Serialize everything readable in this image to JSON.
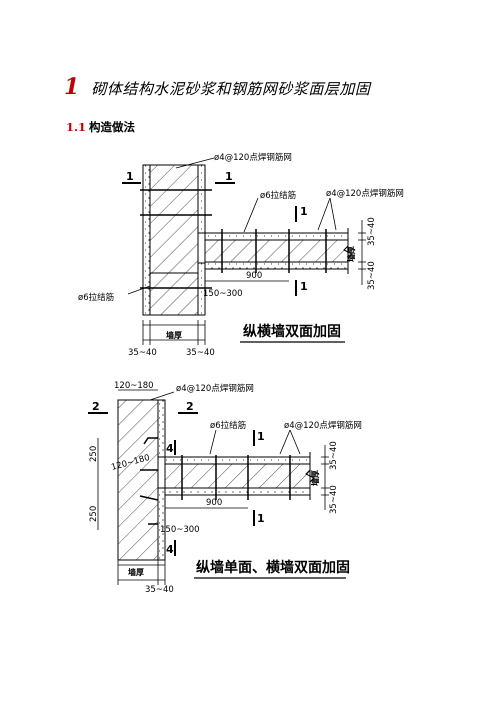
{
  "heading": {
    "number": "1",
    "title": "砌体结构水泥砂浆和钢筋网砂浆面层加固"
  },
  "subheading": {
    "number": "1.1",
    "title": "构造做法"
  },
  "figure1": {
    "caption": "纵横墙双面加固",
    "mesh_label_top": "ø4@120点焊钢筋网",
    "mesh_label_right": "ø4@120点焊钢筋网",
    "tie_label_right": "ø6拉结筋",
    "tie_label_left": "ø6拉结筋",
    "section_mark": "1",
    "dim_side": "35~40",
    "wall_thickness": "墙厚",
    "dim_900": "900",
    "dim_spacing": "150~300",
    "dim_bottom_left": "35~40",
    "dim_bottom_right": "35~40",
    "wall_thickness_bottom": "墙厚"
  },
  "figure2": {
    "caption": "纵墙单面、横墙双面加固",
    "dim_top": "120~180",
    "mesh_label_top": "ø4@120点焊钢筋网",
    "section_mark": "2",
    "tie_label": "ø6拉结筋",
    "mesh_label_right": "ø4@120点焊钢筋网",
    "dim_250_upper": "250",
    "dim_120_180_side": "120~180",
    "dim_250_lower": "250",
    "section_mark_4": "4",
    "dim_side": "35~40",
    "wall_thickness": "墙厚",
    "dim_900": "900",
    "dim_spacing": "150~300",
    "wall_thickness_bottom": "墙厚",
    "dim_bottom": "35~40"
  }
}
